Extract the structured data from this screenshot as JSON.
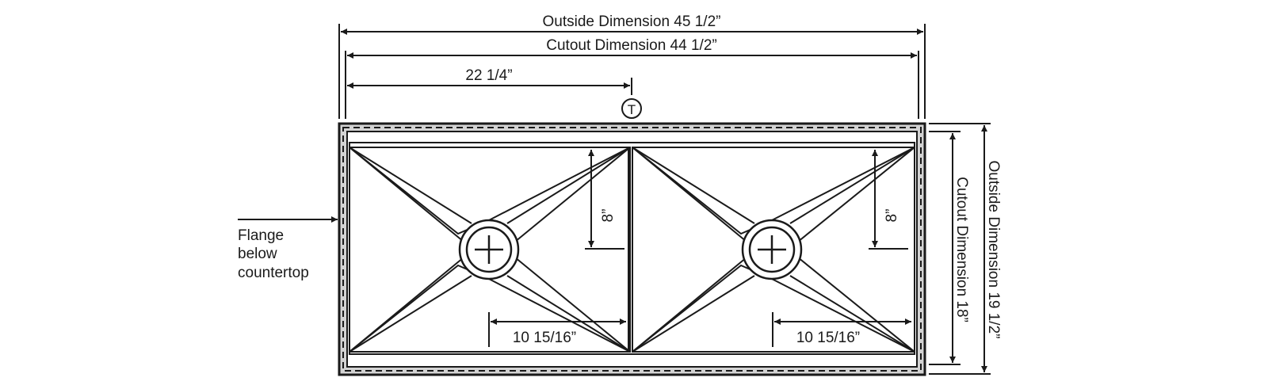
{
  "dimensions": {
    "outside_width": "Outside Dimension 45 1/2”",
    "cutout_width": "Cutout Dimension 44 1/2”",
    "center_offset": "22 1/4”",
    "outside_height": "Outside Dimension 19 1/2”",
    "cutout_height": "Cutout Dimension 18”",
    "left_bowl_depth": "8”",
    "right_bowl_depth": "8”",
    "left_drain_offset": "10 15/16”",
    "right_drain_offset": "10 15/16”"
  },
  "markers": {
    "faucet_marker": "T"
  },
  "callouts": {
    "flange": [
      "Flange",
      "below",
      "countertop"
    ]
  },
  "colors": {
    "line": "#1a1a1a",
    "flange_fill": "#d3d3d3",
    "background": "#ffffff"
  }
}
